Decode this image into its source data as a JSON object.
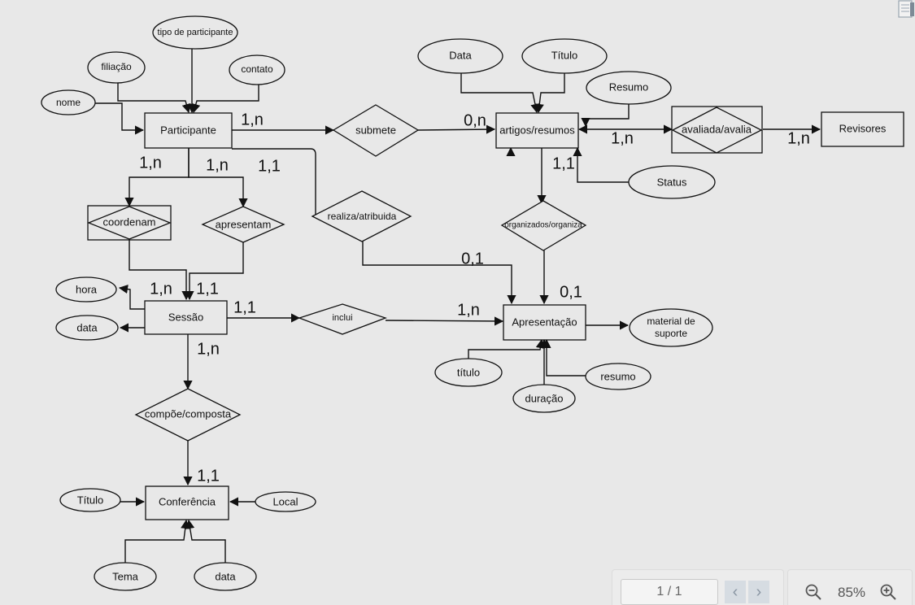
{
  "diagram": {
    "entities": {
      "participante": "Participante",
      "artigos": "artigos/resumos",
      "revisores": "Revisores",
      "sessao": "Sessão",
      "apresentacao": "Apresentação",
      "conferencia": "Conferência",
      "coordenam": "coordenam",
      "avaliada": "avaliada/avalia"
    },
    "relationships": {
      "submete": "submete",
      "realiza": "realiza/atribuida",
      "apresentam": "apresentam",
      "organizados": "organizados/organiza",
      "inclui": "inclui",
      "compoe": "compõe/composta"
    },
    "attributes": {
      "tipo": "tipo de participante",
      "filiacao": "filiação",
      "contato": "contato",
      "nome": "nome",
      "data_art": "Data",
      "titulo_art": "Título",
      "resumo_art": "Resumo",
      "status": "Status",
      "hora": "hora",
      "data_sessao": "data",
      "material": [
        "material de",
        "suporte"
      ],
      "titulo_ap": "título",
      "resumo_ap": "resumo",
      "duracao": "duração",
      "titulo_conf": "Título",
      "local": "Local",
      "tema": "Tema",
      "data_conf": "data"
    },
    "cardinalities": {
      "part_submete": "1,n",
      "submete_art": "0,n",
      "art_avaliada": "1,n",
      "avaliada_rev": "1,n",
      "art_org": "1,1",
      "part_coord": "1,n",
      "part_apres": "1,n",
      "part_realiza": "1,1",
      "realiza_ap": "0,1",
      "org_ap": "0,1",
      "coord_sessao": "1,n",
      "apres_sessao": "1,1",
      "sessao_inclui": "1,1",
      "inclui_ap": "1,n",
      "sessao_compoe": "1,n",
      "compoe_conf": "1,1"
    }
  },
  "viewer": {
    "page_indicator": "1 / 1",
    "prev_icon": "chevron-left-icon",
    "next_icon": "chevron-right-icon",
    "zoom_level": "85%",
    "zoom_out_icon": "zoom-out-icon",
    "zoom_in_icon": "zoom-in-icon"
  }
}
